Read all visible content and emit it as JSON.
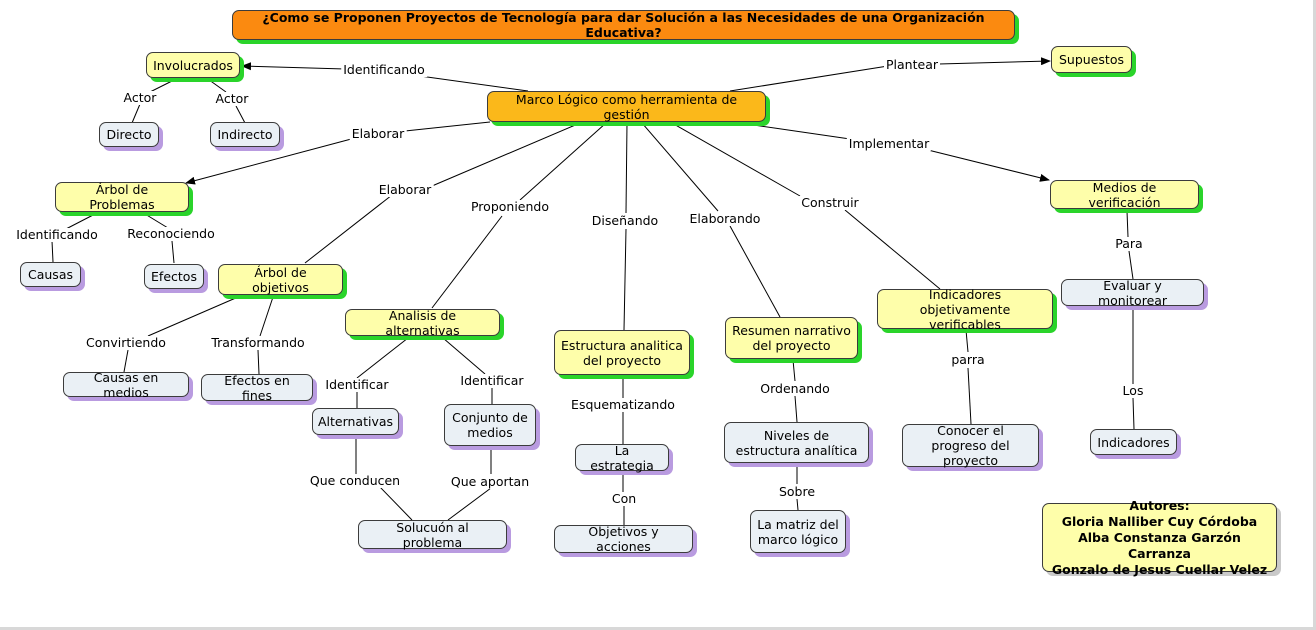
{
  "title": "¿Como se Proponen Proyectos de Tecnología para dar Solución a las Necesidades de una Organización Educativa?",
  "nodes": {
    "marco": "Marco Lógico como herramienta de gestión",
    "involucrados": "Involucrados",
    "supuestos": "Supuestos",
    "directo": "Directo",
    "indirecto": "Indirecto",
    "arbol_problemas": "Árbol de Problemas",
    "causas": "Causas",
    "efectos": "Efectos",
    "arbol_objetivos": "Árbol de objetivos",
    "causas_medios": "Causas en medios",
    "efectos_fines": "Efectos en fines",
    "analisis": "Analisis de alternativas",
    "alternativas": "Alternativas",
    "conjunto": "Conjunto de medios",
    "solucion": "Solucuón al problema",
    "estructura": "Estructura analitica del proyecto",
    "estrategia": "La estrategia",
    "objetivos_acciones": "Objetivos y acciones",
    "resumen": "Resumen narrativo del proyecto",
    "niveles": "Niveles de estructura analítica",
    "matriz": "La matriz del marco lógico",
    "indicadores_ov": "Indicadores objetivamente verificables",
    "conocer": "Conocer el progreso del proyecto",
    "medios_verif": "Medios de verificación",
    "evaluar": "Evaluar y monitorear",
    "indicadores": "Indicadores"
  },
  "links": {
    "identificando": "Identificando",
    "plantear": "Plantear",
    "actor_directo": "Actor",
    "actor_indirecto": "Actor",
    "elaborar_problemas": "Elaborar",
    "identificando_causas": "Identificando",
    "reconociendo": "Reconociendo",
    "elaborar_objetivos": "Elaborar",
    "convirtiendo": "Convirtiendo",
    "transformando": "Transformando",
    "proponiendo": "Proponiendo",
    "identificar_alt": "Identificar",
    "identificar_conj": "Identificar",
    "que_conducen": "Que conducen",
    "que_aportan": "Que aportan",
    "disenando": "Diseñando",
    "esquematizando": "Esquematizando",
    "con": "Con",
    "elaborando": "Elaborando",
    "ordenando": "Ordenando",
    "sobre": "Sobre",
    "construir": "Construir",
    "parra": "parra",
    "implementar": "Implementar",
    "para": "Para",
    "los": "Los"
  },
  "authors": {
    "heading": "Autores:",
    "names": [
      "Gloria Nalliber Cuy Córdoba",
      "Alba Constanza Garzón Carranza",
      "Gonzalo de Jesus Cuellar Velez"
    ]
  },
  "colors": {
    "title_fill": "#fb8a10",
    "central_fill": "#fbb81a",
    "concept_fill": "#fefeaa",
    "leaf_fill": "#eaf0f5",
    "green_shadow": "#2ad42a",
    "purple_shadow": "#b99be0"
  }
}
